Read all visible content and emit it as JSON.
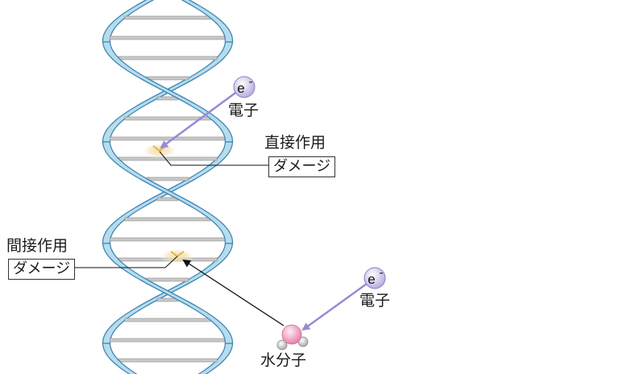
{
  "labels": {
    "electron_symbol": "e",
    "electron_charge": "-",
    "electron": "電子",
    "direct_effect": "直接作用",
    "indirect_effect": "間接作用",
    "damage": "ダメージ",
    "water_molecule": "水分子"
  },
  "colors": {
    "strand_fill": "#b7dcec",
    "strand_edge": "#3f87b4",
    "rung_fill": "#c9c9c9",
    "rung_edge": "#8a8a8a",
    "electron_arrow": "#9b88d6",
    "electron_ball": "#d9d2f0",
    "damage_glow": "#f0d9a2",
    "water_oxygen": "#f2a4c2",
    "water_hydrogen": "#d9d9d9"
  }
}
